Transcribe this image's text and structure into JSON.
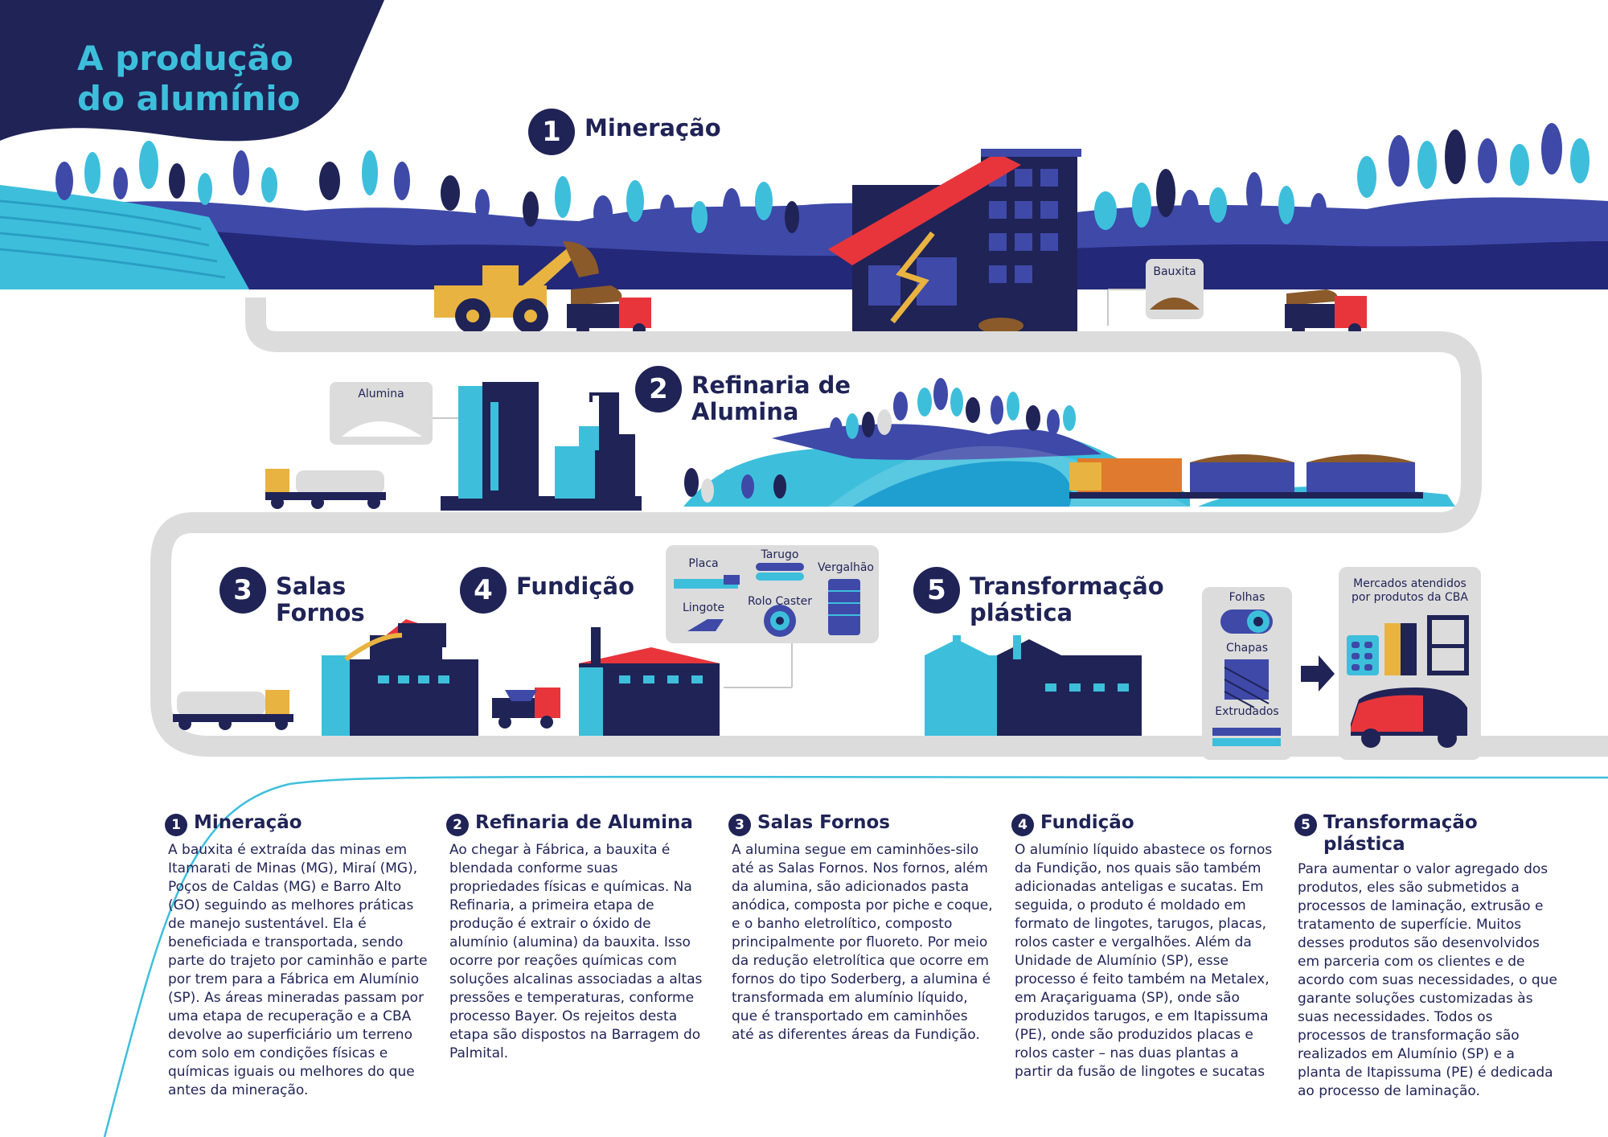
{
  "title": "A produção\ndo alumínio",
  "steps": [
    {
      "num": "1",
      "title": "Mineração"
    },
    {
      "num": "2",
      "title": "Refinaria de\nAlumina"
    },
    {
      "num": "3",
      "title": "Salas\nFornos"
    },
    {
      "num": "4",
      "title": "Fundição"
    },
    {
      "num": "5",
      "title": "Transformação\nplástica"
    }
  ],
  "labels": {
    "bauxita": "Bauxita",
    "alumina": "Alumina",
    "placa": "Placa",
    "tarugo": "Tarugo",
    "vergalhao": "Vergalhão",
    "lingote": "Lingote",
    "rolo_caster": "Rolo Caster",
    "folhas": "Folhas",
    "chapas": "Chapas",
    "extrudados": "Extrudados",
    "mercados": "Mercados atendidos\npor produtos da CBA"
  },
  "descriptions": [
    {
      "num": "1",
      "title": "Mineração",
      "text": "A bauxita é extraída das minas em Itamarati de Minas (MG), Miraí (MG), Poços de Caldas (MG) e Barro Alto (GO) seguindo as melhores práticas de manejo sustentável. Ela é beneficiada e transportada, sendo parte do trajeto por caminhão e parte por trem para a Fábrica em Alumínio (SP). As áreas mineradas passam por uma etapa de recuperação e a CBA devolve ao superficiário um terreno com solo em condições físicas e químicas iguais ou melhores do que antes da mineração."
    },
    {
      "num": "2",
      "title": "Refinaria de Alumina",
      "text": "Ao chegar à Fábrica, a bauxita é blendada conforme suas propriedades físicas e químicas. Na Refinaria, a primeira etapa de produção é extrair o óxido de alumínio (alumina) da bauxita. Isso ocorre por reações químicas com soluções alcalinas associadas a altas pressões e temperaturas, conforme processo Bayer. Os rejeitos desta etapa são dispostos na Barragem do Palmital."
    },
    {
      "num": "3",
      "title": "Salas Fornos",
      "text": "A alumina segue em caminhões-silo até as Salas Fornos. Nos fornos, além da alumina, são adicionados pasta anódica, composta por piche e coque, e o banho eletrolítico, composto principalmente por fluoreto. Por meio da redução eletrolítica que ocorre em fornos do tipo Soderberg, a alumina é transformada em alumínio líquido, que é transportado em caminhões até as diferentes áreas da Fundição."
    },
    {
      "num": "4",
      "title": "Fundição",
      "text": "O alumínio líquido abastece os fornos da Fundição, nos quais são também adicionadas anteligas e sucatas. Em seguida, o produto é moldado em formato de lingotes, tarugos, placas, rolos caster e vergalhões. Além da Unidade de Alumínio (SP), esse processo é feito também na Metalex, em Araçariguama (SP), onde são produzidos tarugos, e em Itapissuma (PE), onde são produzidos placas e rolos caster – nas duas plantas a partir da fusão de lingotes e sucatas"
    },
    {
      "num": "5",
      "title": "Transformação\nplástica",
      "text": "Para aumentar o valor agregado dos produtos, eles são submetidos a processos de laminação, extrusão e tratamento de superfície. Muitos desses produtos são desenvolvidos em parceria com os clientes e de acordo com suas necessidades, o que garante soluções customizadas às suas necessidades. Todos os processos de transformação são realizados em Alumínio (SP) e a planta de Itapissuma (PE) é dedicada ao processo de laminação."
    }
  ]
}
